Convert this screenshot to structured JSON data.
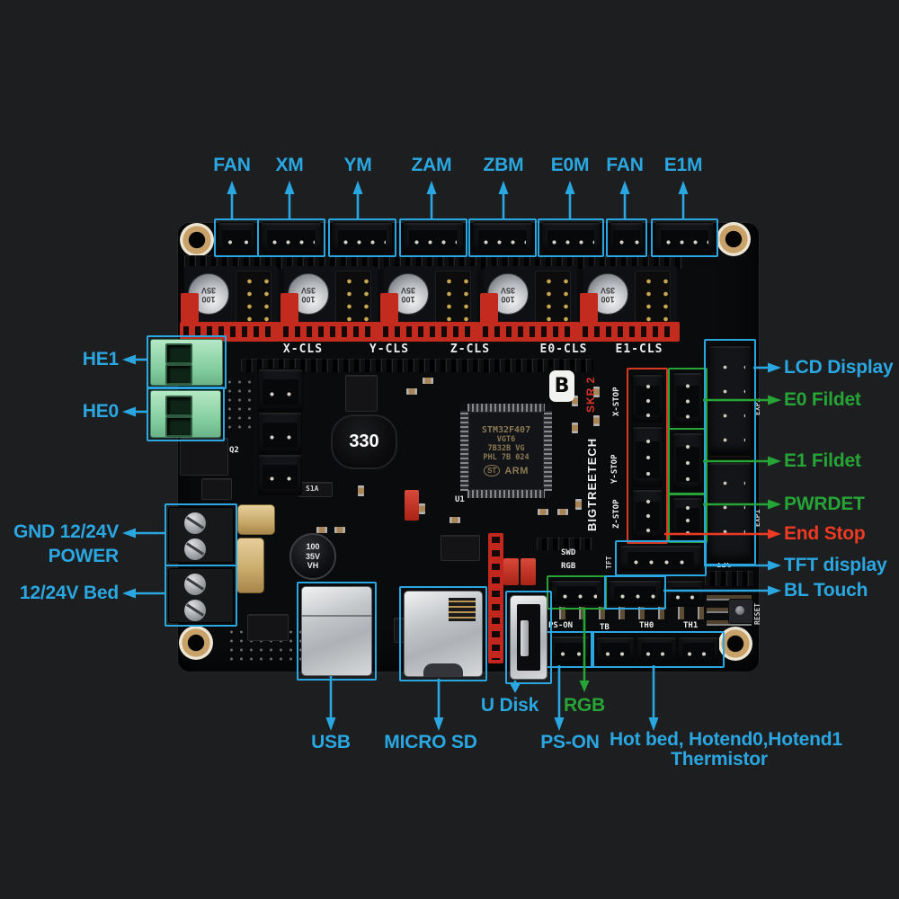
{
  "colors": {
    "background": "#1d1e20",
    "pcb": "#0a0b0d",
    "callout_cyan": "#2aa7e1",
    "callout_green": "#26a536",
    "callout_red": "#ee3a22"
  },
  "callouts": {
    "top": [
      {
        "label": "FAN"
      },
      {
        "label": "XM"
      },
      {
        "label": "YM"
      },
      {
        "label": "ZAM"
      },
      {
        "label": "ZBM"
      },
      {
        "label": "E0M"
      },
      {
        "label": "FAN"
      },
      {
        "label": "E1M"
      }
    ],
    "left": [
      {
        "label": "HE1"
      },
      {
        "label": "HE0"
      },
      {
        "line1": "GND 12/24V",
        "line2": "POWER"
      },
      {
        "label": "12/24V Bed"
      }
    ],
    "right": [
      {
        "label": "LCD Display",
        "color": "cyan"
      },
      {
        "label": "E0 Fildet",
        "color": "green"
      },
      {
        "label": "E1 Fildet",
        "color": "green"
      },
      {
        "label": "PWRDET",
        "color": "green"
      },
      {
        "label": "End Stop",
        "color": "red"
      },
      {
        "label": "TFT display",
        "color": "cyan"
      },
      {
        "label": "BL Touch",
        "color": "cyan"
      }
    ],
    "bottom": [
      {
        "label": "USB"
      },
      {
        "label": "MICRO SD"
      },
      {
        "label": "U Disk"
      },
      {
        "label": "PS-ON"
      },
      {
        "label": "RGB",
        "color": "green"
      },
      {
        "line1": "Hot bed, Hotend0,Hotend1",
        "line2": "Thermistor"
      }
    ]
  },
  "silkscreen": {
    "driver_labels": [
      "X-CLS",
      "Y-CLS",
      "Z-CLS",
      "E0-CLS",
      "E1-CLS"
    ],
    "endstop_labels": [
      "X-STOP",
      "Y-STOP",
      "Z-STOP"
    ],
    "exp1": "EXP1",
    "exp2": "EXP2",
    "i2c": "I2C",
    "tft": "TFT",
    "swd": "SWD",
    "rgb": "RGB",
    "reset": "RESET",
    "ps_on": "PS-ON",
    "tb": "TB",
    "th0": "TH0",
    "th1": "TH1",
    "u1": "U1",
    "q2": "Q2",
    "s1a": "S1A"
  },
  "components": {
    "mcu_line1": "STM32F407",
    "mcu_line2": "VGT6",
    "mcu_line3": "7B32B VG",
    "mcu_line4": "PHL 7B 024",
    "mcu_st": "ST",
    "mcu_arm": "ARM",
    "inductor": "330",
    "driver_cap_l1": "100",
    "driver_cap_l2": "35V",
    "bulk_cap_l1": "100",
    "bulk_cap_l2": "35V",
    "bulk_cap_l3": "VH",
    "brand": "BIGTREETECH",
    "model": "SKR 2",
    "logo": "B"
  }
}
